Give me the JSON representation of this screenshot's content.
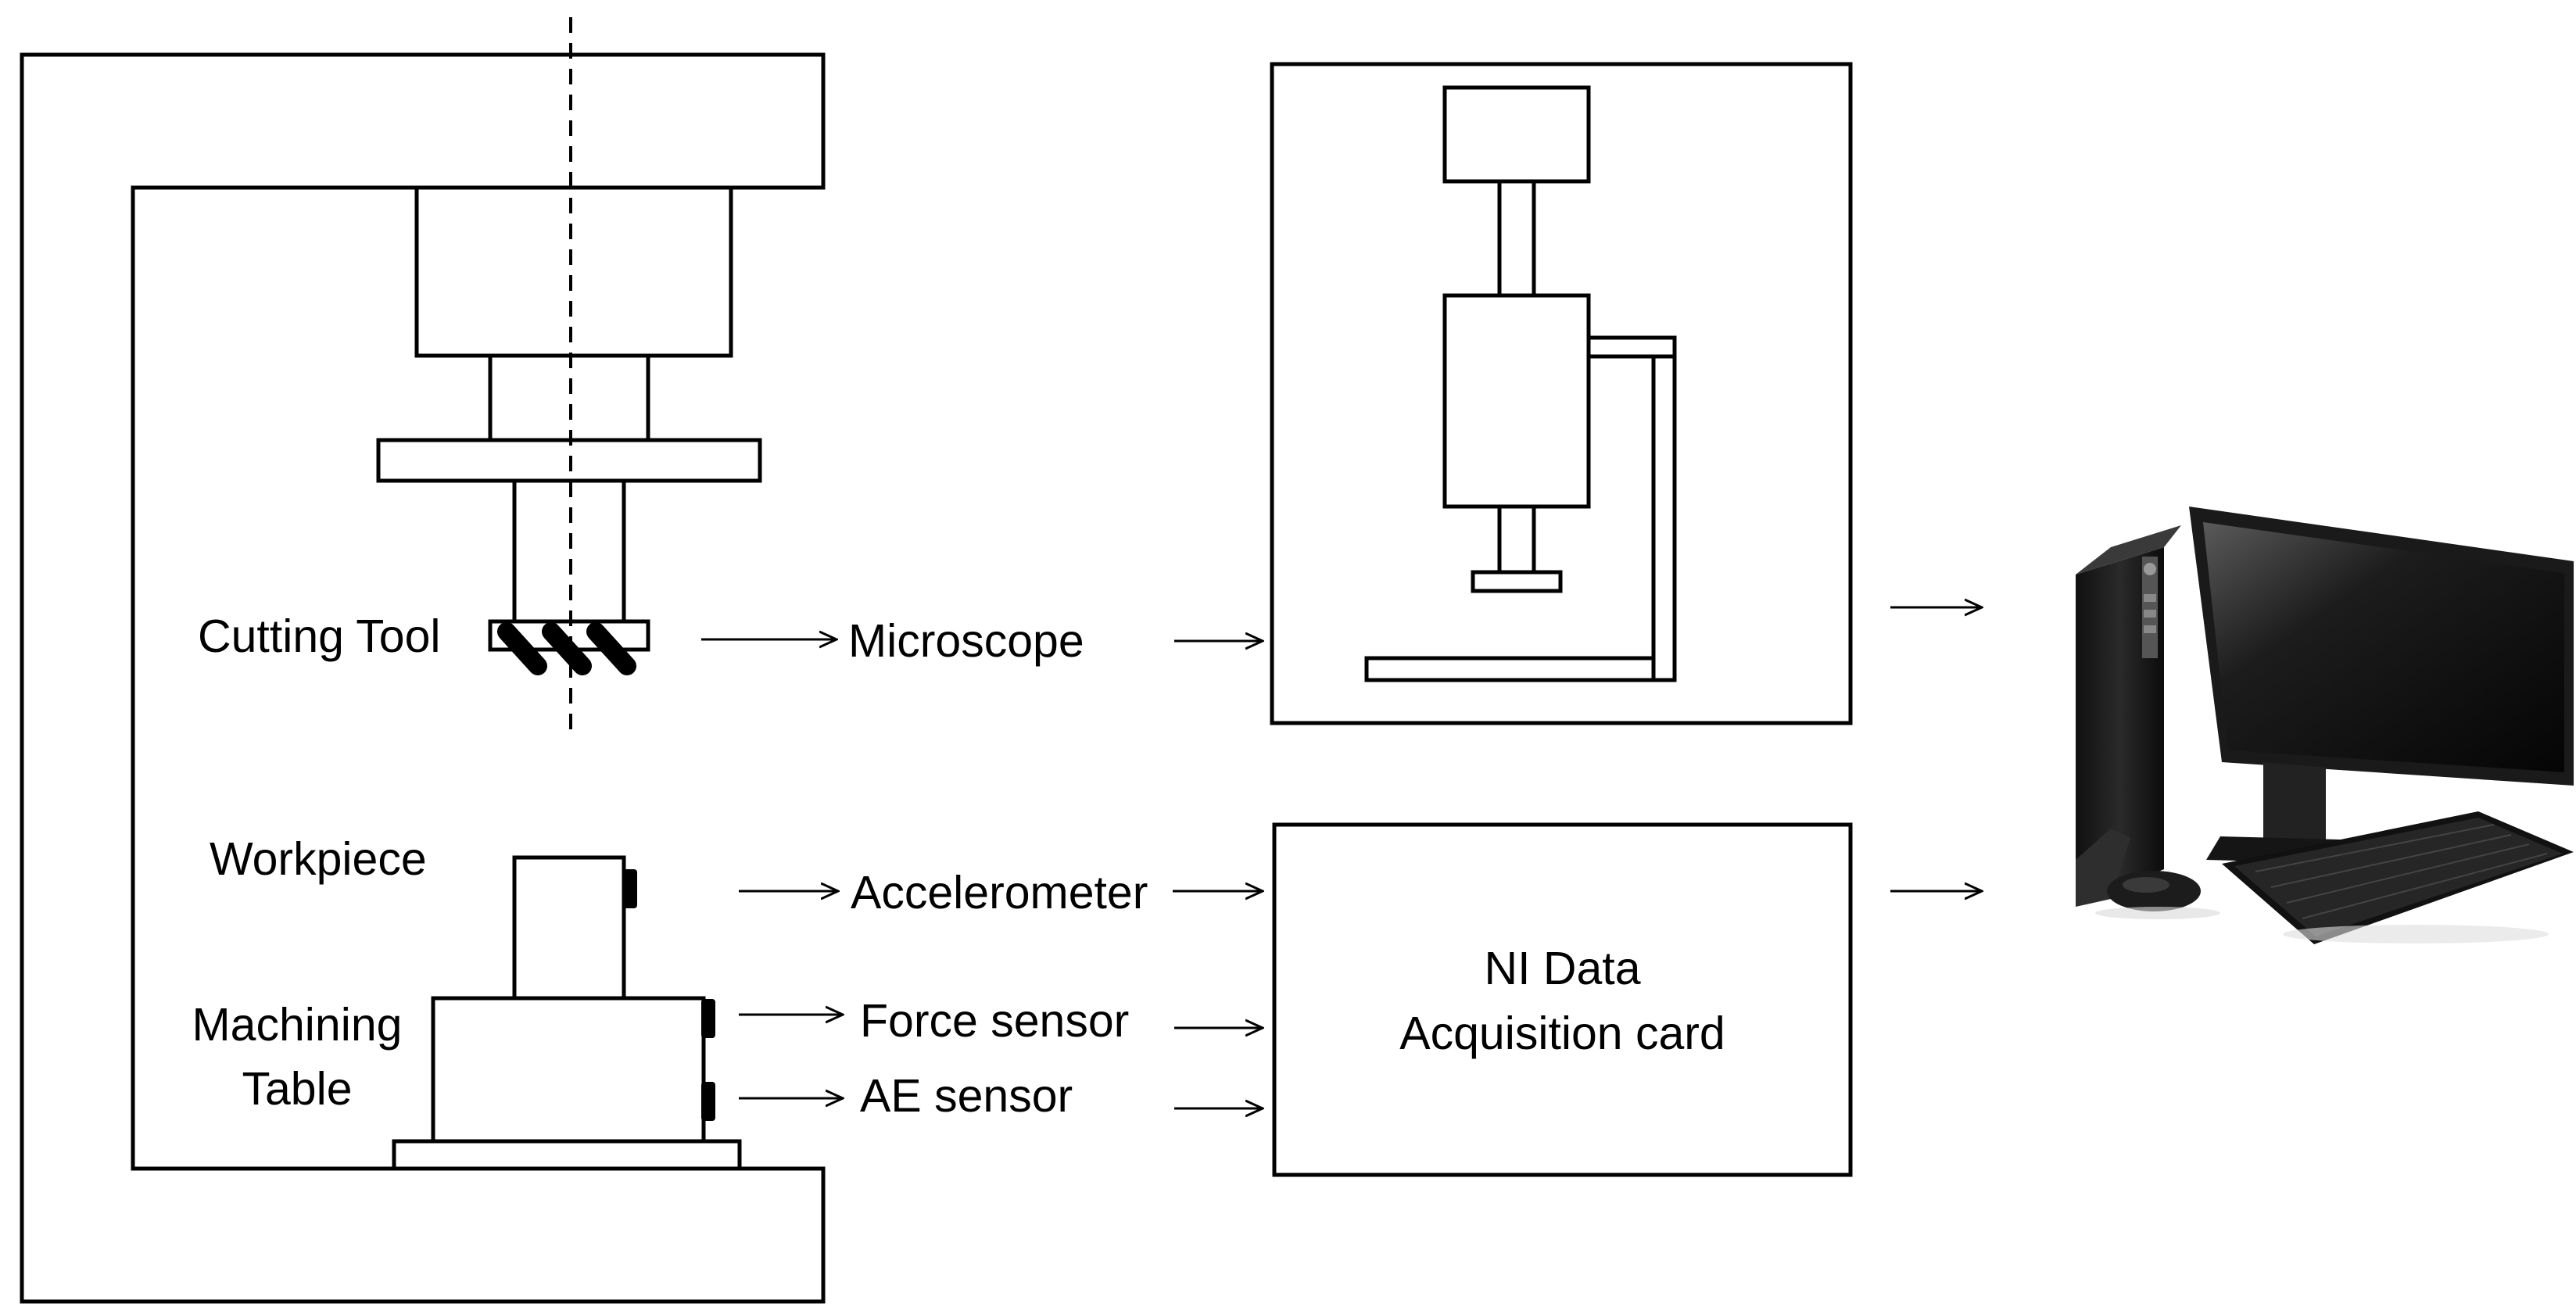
{
  "labels": {
    "cutting_tool": "Cutting Tool",
    "workpiece": "Workpiece",
    "machining_table_line1": "Machining",
    "machining_table_line2": "Table",
    "microscope": "Microscope",
    "accelerometer": "Accelerometer",
    "force_sensor": "Force sensor",
    "ae_sensor": "AE sensor",
    "daq_line1": "NI Data",
    "daq_line2": "Acquisition card"
  },
  "colors": {
    "stroke": "#000000",
    "background": "#ffffff",
    "computer_body": "#1a1a1a"
  },
  "icons": {
    "computer": "desktop-computer-icon",
    "microscope": "microscope-diagram"
  }
}
